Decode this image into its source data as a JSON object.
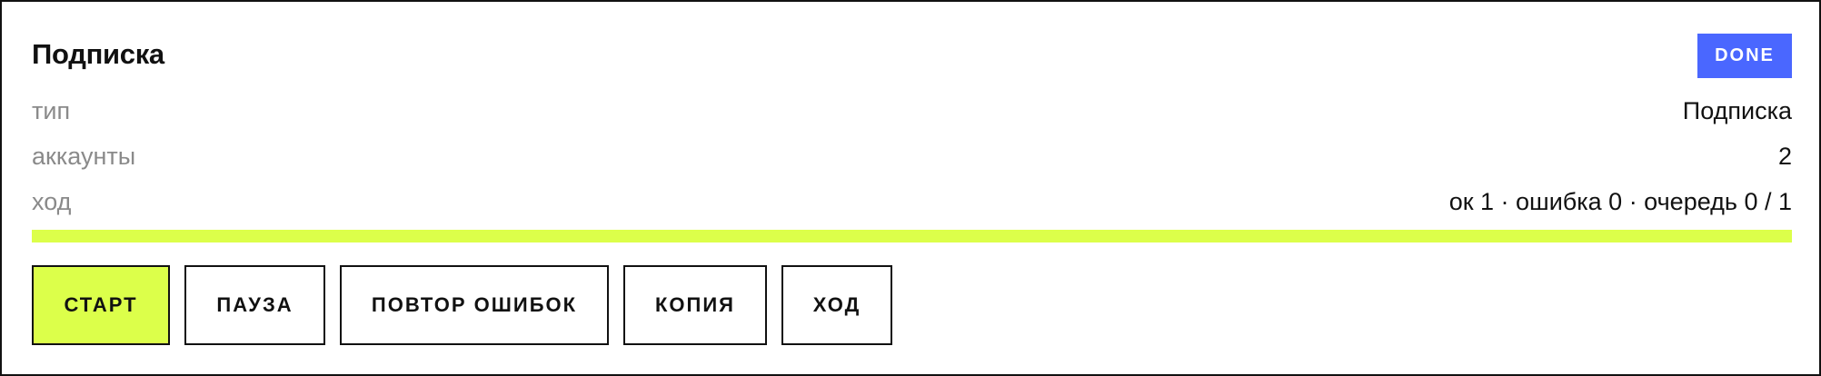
{
  "panel": {
    "title": "Подписка",
    "done_label": "DONE"
  },
  "details": [
    {
      "key": "тип",
      "value": "Подписка"
    },
    {
      "key": "аккаунты",
      "value": "2"
    },
    {
      "key": "ход",
      "value": "ок 1 · ошибка 0 · очередь 0 / 1"
    }
  ],
  "progress": {
    "fraction": 1.0,
    "color": "#dcff4a"
  },
  "actions": {
    "start": "СТАРТ",
    "pause": "ПАУЗА",
    "retry_errors": "ПОВТОР ОШИБОК",
    "copy": "КОПИЯ",
    "progress": "ХОД"
  },
  "colors": {
    "accent_blue": "#4a67ff",
    "accent_lime": "#dcff4a",
    "border": "#111111",
    "muted_text": "#8a8a8a"
  }
}
